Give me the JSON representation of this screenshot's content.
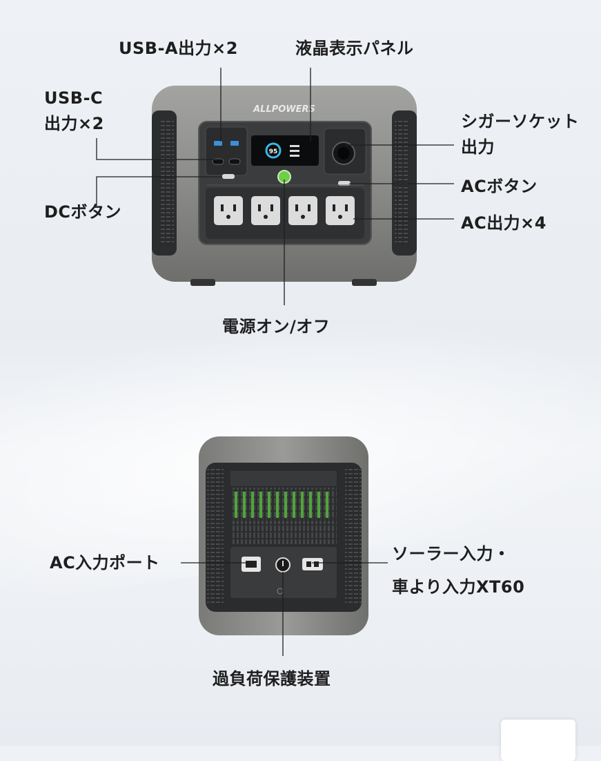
{
  "brand": "ALLPOWERS",
  "front": {
    "screen_percent": "95",
    "labels": {
      "usb_a": "USB-A出力×2",
      "lcd": "液晶表示パネル",
      "usb_c": "USB-C\n出力×2",
      "cigar": "シガーソケット\n出力",
      "dc_button": "DCボタン",
      "ac_button": "ACボタン",
      "ac_out": "AC出力×4",
      "power": "電源オン/オフ"
    }
  },
  "back": {
    "labels": {
      "ac_in": "AC入力ポート",
      "solar": "ソーラー入力・\n車より入力XT60",
      "overload": "過負荷保護装置"
    }
  },
  "colors": {
    "device_body": "#8a8b89",
    "panel": "#2f3133",
    "accent_green": "#5fbf3a",
    "screen_ring": "#3bb8e6",
    "text": "#1e1e1e"
  }
}
